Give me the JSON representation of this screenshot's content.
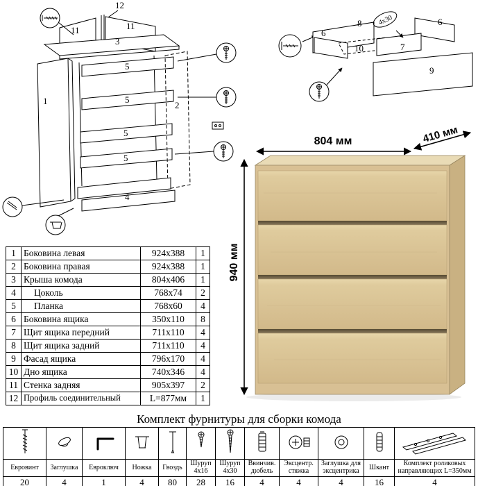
{
  "doc": {
    "hardware_title": "Комплект фурнитуры для сборки комода"
  },
  "dimensions": {
    "width": "804 мм",
    "depth": "410 мм",
    "height": "940 мм"
  },
  "frame_diagram": {
    "labels": {
      "p12": "12",
      "p11a": "11",
      "p11b": "11",
      "p3": "3",
      "p1": "1",
      "p2": "2",
      "p4": "4",
      "p5a": "5",
      "p5b": "5",
      "p5c": "5",
      "p5d": "5"
    }
  },
  "drawer_diagram": {
    "labels": {
      "p8": "8",
      "p6a": "6",
      "p6b": "6",
      "p7": "7",
      "p10": "10",
      "p9": "9",
      "screw_size": "4x30"
    }
  },
  "parts": {
    "rows": [
      {
        "num": "1",
        "name": "Боковина левая",
        "size": "924x388",
        "qty": "1"
      },
      {
        "num": "2",
        "name": "Боковина правая",
        "size": "924x388",
        "qty": "1"
      },
      {
        "num": "3",
        "name": "Крыша комода",
        "size": "804x406",
        "qty": "1"
      },
      {
        "num": "4",
        "name": "Цоколь",
        "size": "768x74",
        "qty": "2"
      },
      {
        "num": "5",
        "name": "Планка",
        "size": "768x60",
        "qty": "4"
      },
      {
        "num": "6",
        "name": "Боковина ящика",
        "size": "350x110",
        "qty": "8"
      },
      {
        "num": "7",
        "name": "Щит ящика передний",
        "size": "711x110",
        "qty": "4"
      },
      {
        "num": "8",
        "name": "Щит ящика задний",
        "size": "711x110",
        "qty": "4"
      },
      {
        "num": "9",
        "name": "Фасад ящика",
        "size": "796x170",
        "qty": "4"
      },
      {
        "num": "10",
        "name": "Дно ящика",
        "size": "740x346",
        "qty": "4"
      },
      {
        "num": "11",
        "name": "Стенка задняя",
        "size": "905x397",
        "qty": "2"
      },
      {
        "num": "12",
        "name": "Профиль соединительный",
        "size": "L=877мм",
        "qty": "1"
      }
    ]
  },
  "hardware": {
    "items": [
      {
        "name": "Евровинт",
        "qty": "20"
      },
      {
        "name": "Заглушка",
        "qty": "4"
      },
      {
        "name": "Евроключ",
        "qty": "1"
      },
      {
        "name": "Ножка",
        "qty": "4"
      },
      {
        "name": "Гвоздь",
        "qty": "80"
      },
      {
        "name": "Шуруп 4х16",
        "qty": "28"
      },
      {
        "name": "Шуруп 4х30",
        "qty": "16"
      },
      {
        "name": "Ввинчив. дюбель",
        "qty": "4"
      },
      {
        "name": "Эксцентр. стяжка",
        "qty": "4"
      },
      {
        "name": "Заглушка для эксцентрика",
        "qty": "4"
      },
      {
        "name": "Шкант",
        "qty": "16"
      },
      {
        "name": "Комплект роликовых направляющих L=350мм",
        "qty": "4"
      }
    ]
  },
  "colors": {
    "wood_front": "#d8c094",
    "wood_top": "#e9dbb6",
    "wood_side": "#c9b182",
    "gap_dark": "#6e5f43",
    "line": "#000000"
  }
}
